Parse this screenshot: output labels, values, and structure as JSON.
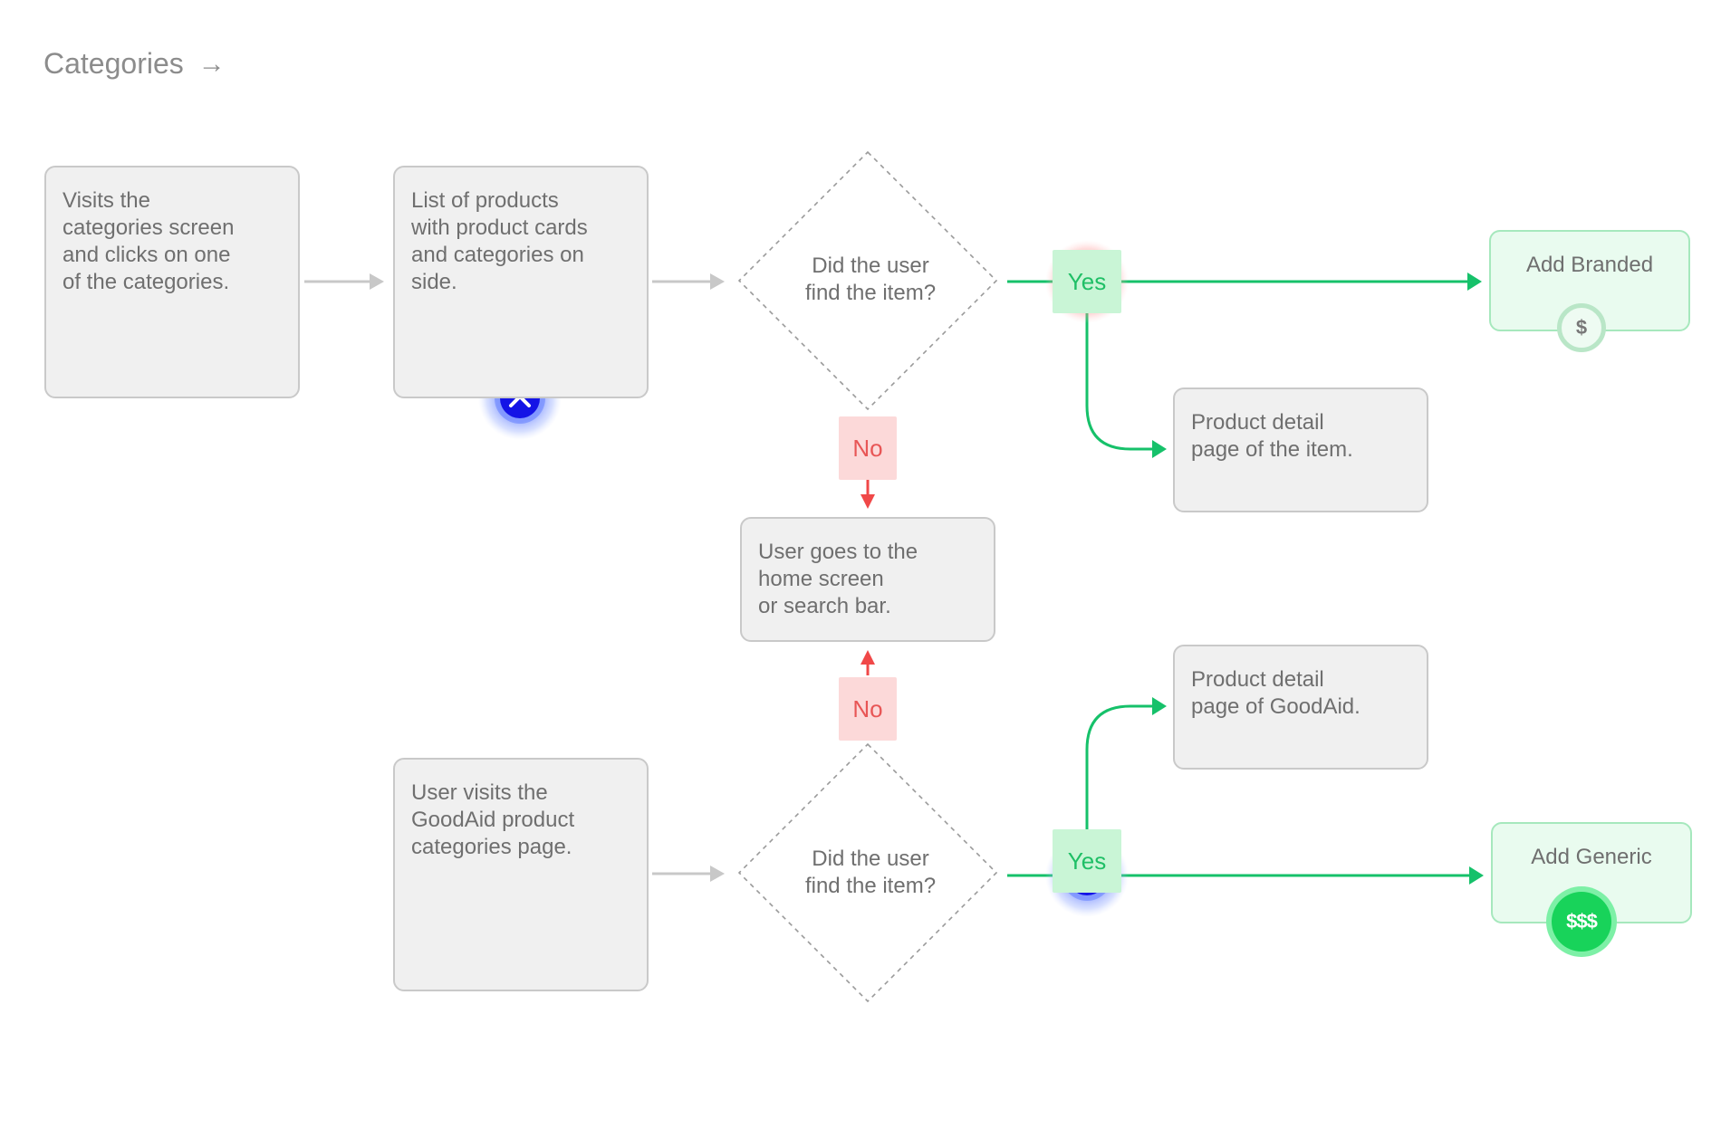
{
  "header": {
    "title": "Categories",
    "arrow_glyph": "→"
  },
  "colors": {
    "gray_line": "#c8c8c8",
    "green": "#16c16a",
    "red": "#f04848",
    "blue": "#1414e6",
    "money_green": "#18d35a"
  },
  "boxes": {
    "visits": "Visits the\ncategories screen\nand clicks on one\nof the categories.",
    "list": "List of products\nwith product cards\nand categories on\nside.",
    "home": "User goes to the\nhome screen\nor search bar.",
    "goodaid_visit": "User visits the\nGoodAid product\ncategories page.",
    "pdp_item": "Product detail\npage of the item.",
    "pdp_goodaid": "Product detail\npage of GoodAid."
  },
  "decisions": {
    "top": "Did the user\nfind the item?",
    "bottom": "Did the user\nfind the item?"
  },
  "tags": {
    "yes_top": "Yes",
    "yes_bottom": "Yes",
    "no_top": "No",
    "no_bottom": "No"
  },
  "outcomes": {
    "branded": {
      "label": "Add Branded",
      "badge": "$"
    },
    "generic": {
      "label": "Add Generic",
      "badge": "$$$"
    }
  },
  "icons": [
    "double-chevron-up-icon",
    "blocked-icon",
    "dollar-icon"
  ]
}
